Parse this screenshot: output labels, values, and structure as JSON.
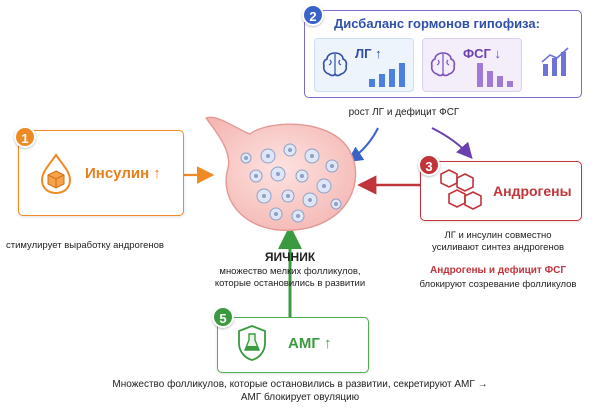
{
  "colors": {
    "insulin": "#f08a24",
    "hormones": "#3a63c9",
    "fsg": "#7b4fc2",
    "androgens": "#c0343a",
    "amg": "#3b9a3f"
  },
  "steps": {
    "insulin": {
      "number": "1",
      "label": "Инсулин ↑",
      "icon": "insulin-cube-drop-icon",
      "caption": "стимулирует выработку андрогенов"
    },
    "hormones": {
      "number": "2",
      "title": "Дисбаланс гормонов гипофиза:",
      "lg_label": "ЛГ ↑",
      "fsg_label": "ФСГ ↓",
      "icon": "brain-icon",
      "caption": "рост ЛГ и дефицит ФСГ"
    },
    "androgens": {
      "number": "3",
      "label": "Андрогены",
      "icon": "hexagon-molecule-icon",
      "caption_line1": "ЛГ и инсулин совместно",
      "caption_line2": "усиливают синтез андрогенов",
      "highlight": "Андрогены и дефицит ФСГ",
      "caption_line3": "блокируют созревание фолликулов"
    },
    "ovary": {
      "title": "ЯИЧНИК",
      "caption_line1": "множество мелких фолликулов,",
      "caption_line2": "которые остановились в развитии"
    },
    "amg": {
      "number": "5",
      "label": "АМГ ↑",
      "icon": "shield-flask-icon",
      "caption_line1": "Множество фолликулов, которые остановились в развитии, секретируют АМГ  →",
      "caption_line2": "АМГ блокирует овуляцию"
    }
  }
}
